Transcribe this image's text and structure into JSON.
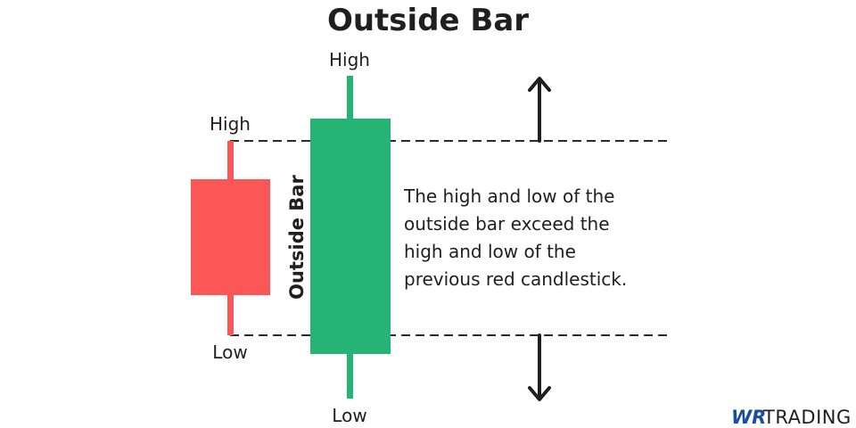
{
  "title": "Outside Bar",
  "red_candle": {
    "high_label": "High",
    "low_label": "Low",
    "color": "#fc5757"
  },
  "green_candle": {
    "high_label": "High",
    "low_label": "Low",
    "side_label": "Outside Bar",
    "color": "#25b474"
  },
  "description": [
    "The high and low of the",
    "outside bar exceed the",
    "high and low of the",
    "previous red candlestick."
  ],
  "arrows": {
    "up": "arrow-up-icon",
    "down": "arrow-down-icon"
  },
  "brand": {
    "mark": "WR",
    "text": "TRADING",
    "mark_color": "#1b4ea3"
  }
}
